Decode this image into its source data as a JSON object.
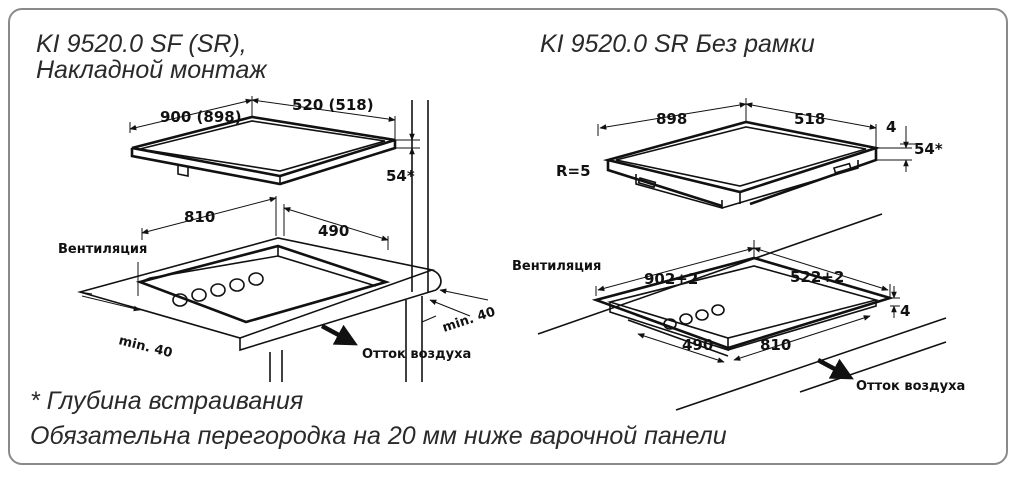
{
  "titles": {
    "left_line1": "KI 9520.0 SF (SR),",
    "left_line2": "Накладной монтаж",
    "right": "KI 9520.0 SR Без рамки"
  },
  "left_diagram": {
    "width_dim": "900 (898)",
    "depth_dim": "520 (518)",
    "depth_note": "54*",
    "cutout_width": "810",
    "cutout_depth": "490",
    "ventilation_label": "Вентиляция",
    "min_front": "min. 40",
    "min_side": "min. 40",
    "airflow_label": "Отток воздуха"
  },
  "right_diagram": {
    "width_dim": "898",
    "depth_dim": "518",
    "frame_dim": "4",
    "depth_note": "54*",
    "radius_label": "R=5",
    "ventilation_label": "Вентиляция",
    "cutout_width": "902+2",
    "cutout_depth": "522+2",
    "step_dim": "4",
    "inner_depth": "490",
    "inner_width": "810",
    "airflow_label": "Отток воздуха"
  },
  "notes": {
    "depth_footnote": "* Глубина встраивания",
    "partition_note": "Обязательна перегородка на 20 мм ниже варочной панели"
  }
}
